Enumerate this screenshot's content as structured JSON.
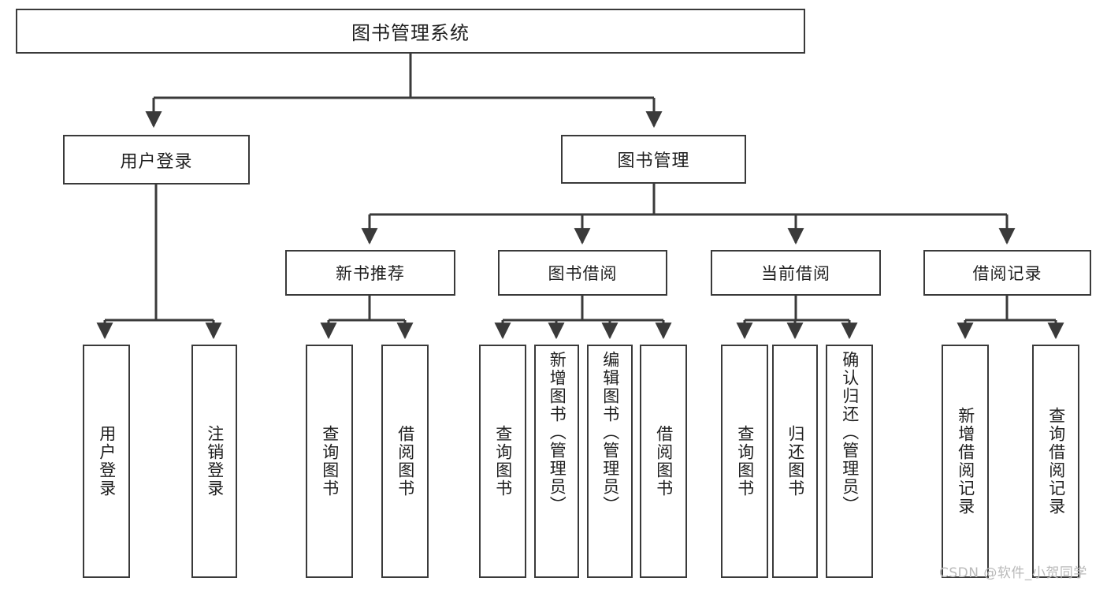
{
  "diagram": {
    "title": "图书管理系统",
    "type": "hierarchy-tree",
    "watermark": "CSDN @软件_小贺同学",
    "root": {
      "label": "图书管理系统"
    },
    "level2": [
      {
        "label": "用户登录"
      },
      {
        "label": "图书管理"
      }
    ],
    "level3": [
      {
        "label": "新书推荐"
      },
      {
        "label": "图书借阅"
      },
      {
        "label": "当前借阅"
      },
      {
        "label": "借阅记录"
      }
    ],
    "leaves": {
      "user_login": [
        {
          "label": "用户登录"
        },
        {
          "label": "注销登录"
        }
      ],
      "new_book": [
        {
          "label": "查询图书"
        },
        {
          "label": "借阅图书"
        }
      ],
      "book_borrow": [
        {
          "label": "查询图书"
        },
        {
          "label": "新增图书（管理员）"
        },
        {
          "label": "编辑图书（管理员）"
        },
        {
          "label": "借阅图书"
        }
      ],
      "current_borrow": [
        {
          "label": "查询图书"
        },
        {
          "label": "归还图书"
        },
        {
          "label": "确认归还（管理员）"
        }
      ],
      "borrow_record": [
        {
          "label": "新增借阅记录"
        },
        {
          "label": "查询借阅记录"
        }
      ]
    },
    "colors": {
      "stroke": "#3a3a3a",
      "fill": "#ffffff",
      "text": "#1f1f1f",
      "watermark": "#b9b9b9"
    }
  }
}
